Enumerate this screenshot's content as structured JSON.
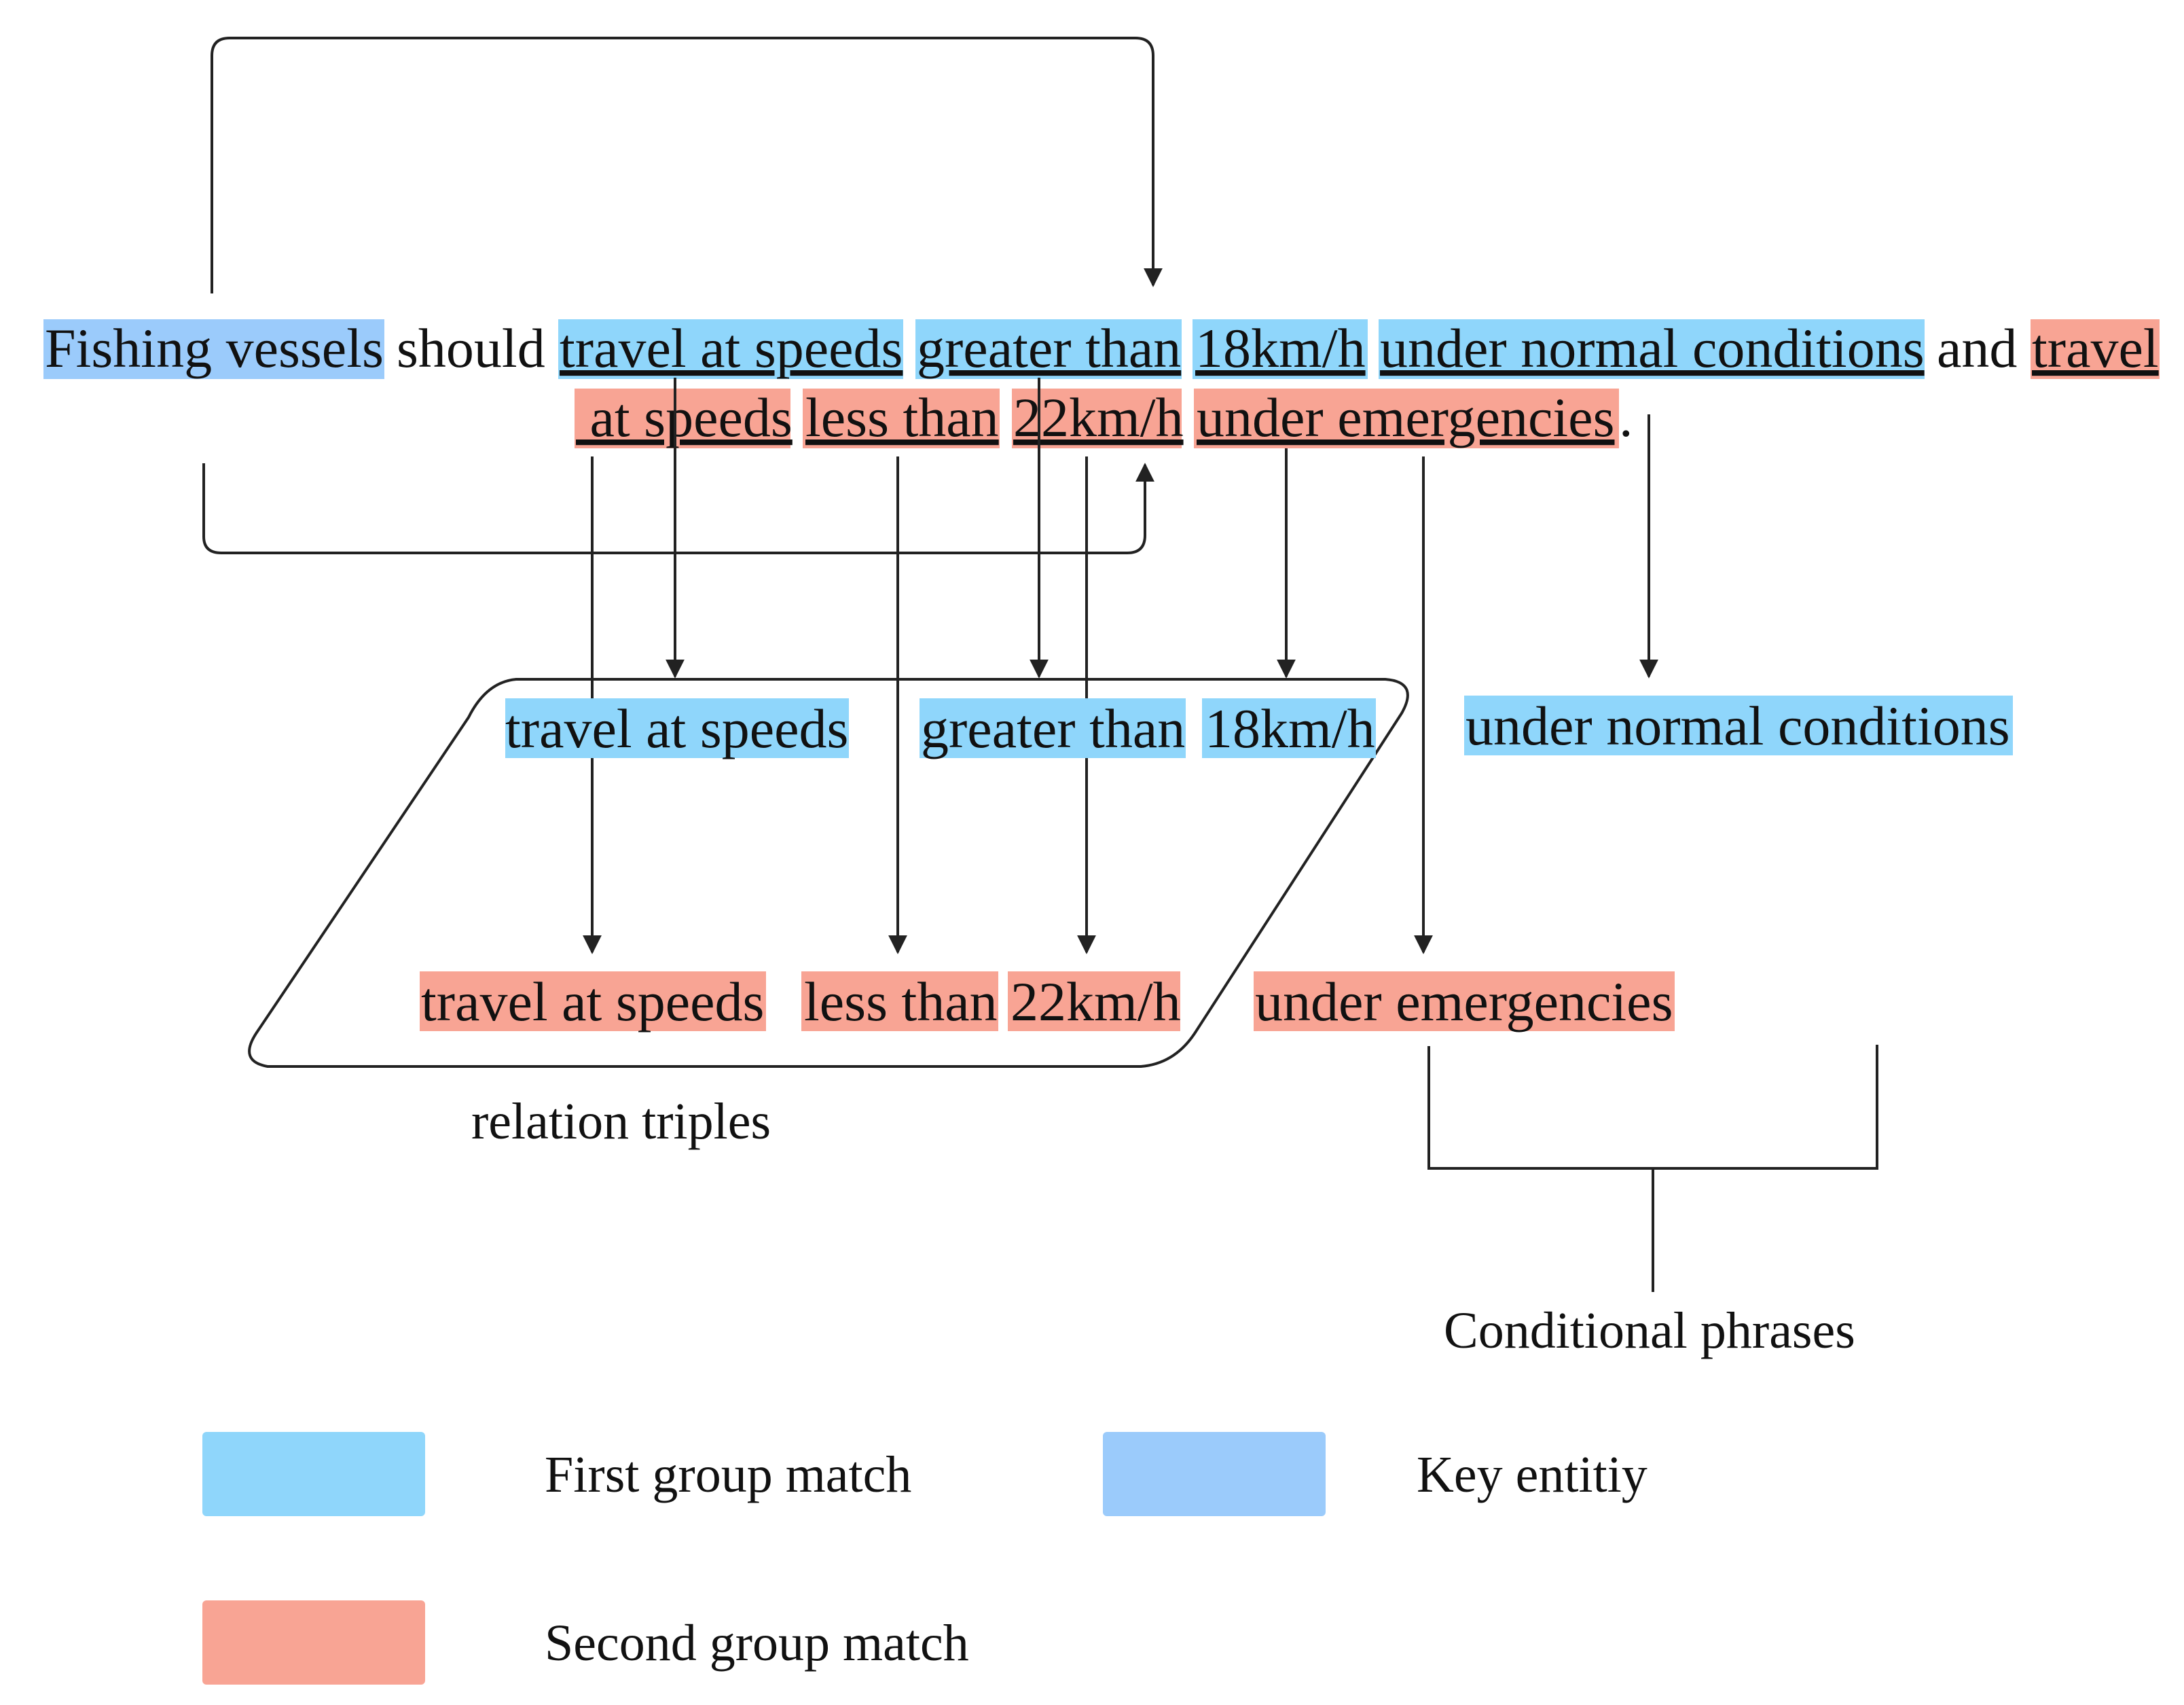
{
  "colors": {
    "first_group": "#8fd6fb",
    "key_entity": "#9bcbfb",
    "second_group": "#f8a494",
    "line": "#222222"
  },
  "sentence": {
    "line1": [
      {
        "text": "Fishing vessels",
        "hl": "key",
        "underline": false
      },
      {
        "text": "should",
        "hl": "none",
        "underline": false
      },
      {
        "text": "travel at speeds",
        "hl": "first",
        "underline": true
      },
      {
        "text": "greater than",
        "hl": "first",
        "underline": true
      },
      {
        "text": "18km/h",
        "hl": "first",
        "underline": true
      },
      {
        "text": "under normal conditions",
        "hl": "first",
        "underline": true
      },
      {
        "text": "and",
        "hl": "none",
        "underline": false
      },
      {
        "text": "travel",
        "hl": "second",
        "underline": true
      }
    ],
    "line2": [
      {
        "text": " at speeds",
        "hl": "second",
        "underline": true
      },
      {
        "text": "less than",
        "hl": "second",
        "underline": true
      },
      {
        "text": "22km/h",
        "hl": "second",
        "underline": true
      },
      {
        "text": "under emergencies",
        "hl": "second",
        "underline": true
      },
      {
        "text": ".",
        "hl": "none",
        "underline": false
      }
    ]
  },
  "triples": {
    "first_row": [
      "travel at speeds",
      "greater than",
      "18km/h"
    ],
    "second_row": [
      "travel at speeds",
      "less than",
      "22km/h"
    ]
  },
  "conditions": {
    "first": "under normal conditions",
    "second": "under emergencies"
  },
  "labels": {
    "relation_triples": "relation triples",
    "conditional_phrases": "Conditional phrases"
  },
  "legend": [
    {
      "label": "First group match",
      "color_key": "first_group"
    },
    {
      "label": "Key entitiy",
      "color_key": "key_entity"
    },
    {
      "label": "Second group match",
      "color_key": "second_group"
    }
  ]
}
